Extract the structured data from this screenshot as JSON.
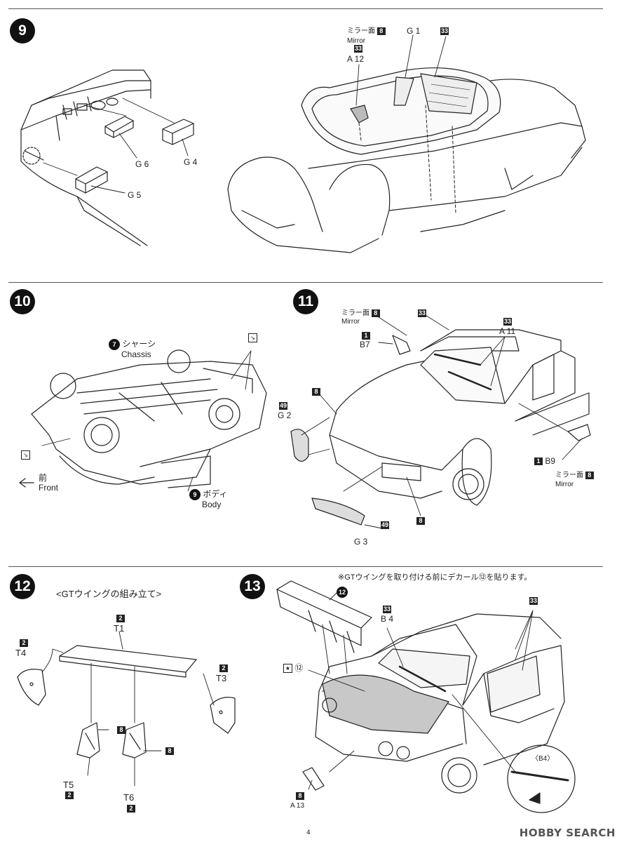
{
  "steps": {
    "s9": "9",
    "s10": "10",
    "s11": "11",
    "s12": "12",
    "s13": "13"
  },
  "step9": {
    "g6": "G 6",
    "g4": "G 4",
    "g5": "G 5",
    "mirror_jp": "ミラー面",
    "mirror_en": "Mirror",
    "mirror_code": "8",
    "g1": "G 1",
    "code33": "33",
    "a12_code": "33",
    "a12": "A 12"
  },
  "step10": {
    "chassis_num": "7",
    "chassis_jp": "シャーシ",
    "chassis_en": "Chassis",
    "front_jp": "前",
    "front_en": "Front",
    "body_num": "9",
    "body_jp": "ボディ",
    "body_en": "Body"
  },
  "step11": {
    "mirror_jp": "ミラー面",
    "mirror_en": "Mirror",
    "mirror_code": "8",
    "b7_code": "1",
    "b7": "B7",
    "wiper_code": "33",
    "a11_code": "33",
    "a11": "A 11",
    "g2_code": "49",
    "g2": "G 2",
    "g2_mirror_code": "8",
    "b9_code": "1",
    "b9": "B9",
    "mirror2_jp": "ミラー面",
    "mirror2_code": "8",
    "mirror2_en": "Mirror",
    "grille_code": "8",
    "g3_code": "49",
    "g3": "G 3"
  },
  "step12": {
    "title": "<GTウイングの組み立て>",
    "t1_code": "2",
    "t1": "T1",
    "t4_code": "2",
    "t4": "T4",
    "t3_code": "2",
    "t3": "T3",
    "stay_code1": "8",
    "stay_code2": "8",
    "t5": "T5",
    "t5_code": "2",
    "t6": "T6",
    "t6_code": "2"
  },
  "step13": {
    "note": "※GTウイングを取り付ける前にデカール⑫を貼ります。",
    "wing_num": "12",
    "b4_code": "33",
    "b4": "B 4",
    "pillar_code": "33",
    "decal_num": "⑫",
    "a13_code": "8",
    "a13": "A 13",
    "detail": "〈B4〉"
  },
  "footer": {
    "page": "4",
    "watermark": "HOBBY SEARCH"
  },
  "colors": {
    "ink": "#222222",
    "gray_fill": "#c8c8c8",
    "window_fill": "#eeeeee"
  }
}
